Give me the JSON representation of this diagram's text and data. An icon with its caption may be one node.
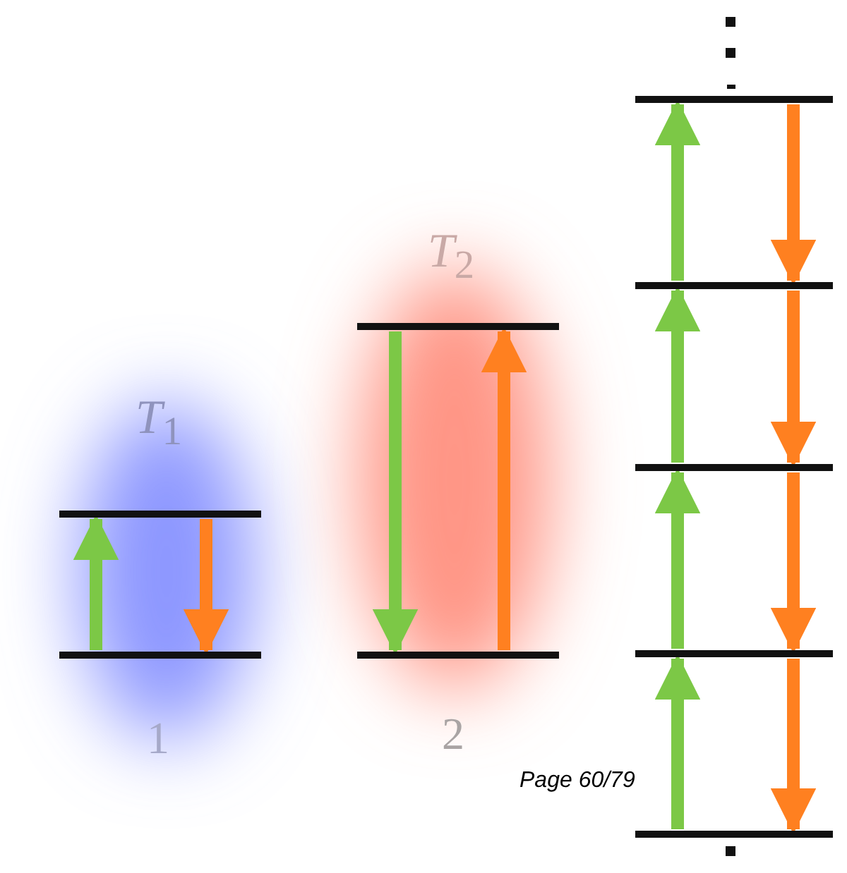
{
  "diagram": {
    "nodes": [
      {
        "text": [],
        "shape": "bar"
      },
      {
        "text": [],
        "shape": "bar"
      },
      {
        "text": [],
        "shape": "bar"
      },
      {
        "text": [],
        "shape": "bar"
      },
      {
        "text": [],
        "shape": "bar"
      },
      {
        "text": [],
        "shape": "bar"
      },
      {
        "text": [],
        "shape": "bar"
      },
      {
        "text": [],
        "shape": "bar"
      },
      {
        "text": [],
        "shape": "bar"
      }
    ],
    "edges": [
      {
        "from": 1,
        "to": 0,
        "arrow": "to",
        "color": "#7cc846"
      },
      {
        "from": 0,
        "to": 1,
        "arrow": "to",
        "color": "#ff8020"
      },
      {
        "from": 2,
        "to": 3,
        "arrow": "to",
        "color": "#7cc846"
      },
      {
        "from": 3,
        "to": 2,
        "arrow": "to",
        "color": "#ff8020"
      },
      {
        "from": 5,
        "to": 4,
        "arrow": "to",
        "color": "#7cc846"
      },
      {
        "from": 4,
        "to": 5,
        "arrow": "to",
        "color": "#ff8020"
      },
      {
        "from": 6,
        "to": 5,
        "arrow": "to",
        "color": "#7cc846"
      },
      {
        "from": 5,
        "to": 6,
        "arrow": "to",
        "color": "#ff8020"
      },
      {
        "from": 7,
        "to": 6,
        "arrow": "to",
        "color": "#7cc846"
      },
      {
        "from": 6,
        "to": 7,
        "arrow": "to",
        "color": "#ff8020"
      },
      {
        "from": 8,
        "to": 7,
        "arrow": "to",
        "color": "#7cc846"
      },
      {
        "from": 7,
        "to": 8,
        "arrow": "to",
        "color": "#ff8020"
      }
    ],
    "labels": [
      "*T*$_{2}$",
      "*T*$_{1}$",
      "1",
      "2",
      "Page 60/79"
    ]
  }
}
